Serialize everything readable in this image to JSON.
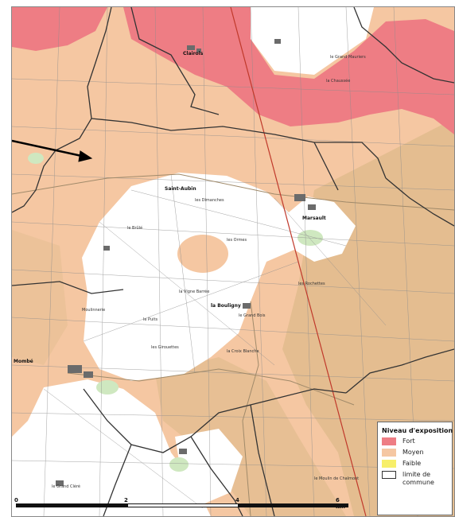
{
  "legend": {
    "title": "Niveau d'exposition",
    "items": [
      {
        "label": "Fort",
        "color": "#ee7d84"
      },
      {
        "label": "Moyen",
        "color": "#f5c7a2"
      },
      {
        "label": "Faible",
        "color": "#f7ef6a"
      },
      {
        "label": "limite de commune",
        "color": "#ffffff"
      }
    ]
  },
  "scale": {
    "ticks": [
      "0",
      "2",
      "4",
      "6 km"
    ]
  },
  "colors": {
    "fort": "#ee7d84",
    "moyen": "#f5c7a2",
    "moyen_dark": "#ddb98a",
    "white": "#ffffff",
    "boundary": "#333333",
    "rail": "#c0392b"
  },
  "places": [
    {
      "name": "Clairols",
      "bold": true
    },
    {
      "name": "le Grand Mauriers",
      "bold": false
    },
    {
      "name": "la Chaussée",
      "bold": false
    },
    {
      "name": "Saint-Aubin",
      "bold": true
    },
    {
      "name": "les Dimanches",
      "bold": false
    },
    {
      "name": "Marsault",
      "bold": false
    },
    {
      "name": "les Ormes",
      "bold": false
    },
    {
      "name": "le Brûlé",
      "bold": false
    },
    {
      "name": "la Vigne Barrée",
      "bold": false
    },
    {
      "name": "la Bouligny",
      "bold": true
    },
    {
      "name": "le Puits",
      "bold": false
    },
    {
      "name": "Moulinnerie",
      "bold": false
    },
    {
      "name": "les Girouettes",
      "bold": false
    },
    {
      "name": "la Croix Blanche",
      "bold": false
    },
    {
      "name": "les Rochettes",
      "bold": false
    },
    {
      "name": "Mombé",
      "bold": true
    },
    {
      "name": "le Grand Cléré",
      "bold": false
    },
    {
      "name": "le Grand Bois",
      "bold": false
    },
    {
      "name": "le Moulin de Chalmont",
      "bold": false
    }
  ]
}
